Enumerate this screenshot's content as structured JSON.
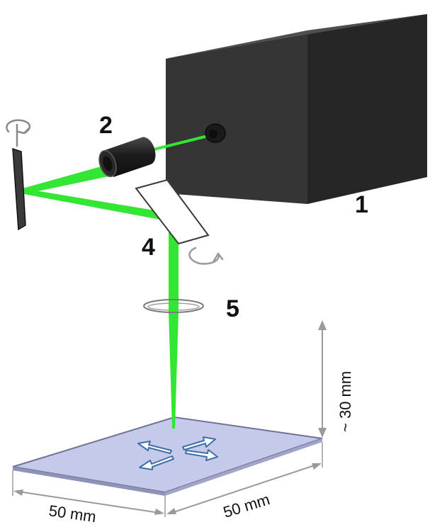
{
  "components": {
    "laser": {
      "number": "1"
    },
    "beam_expander": {
      "number": "2"
    },
    "scan_mirror_x": {
      "number": ""
    },
    "scan_mirror_y": {
      "number": "4"
    },
    "focusing_lens": {
      "number": "5"
    },
    "substrate": {
      "number": ""
    }
  },
  "dimensions": {
    "working_distance": "~ 30 mm",
    "substrate_width": "50 mm",
    "substrate_depth": "50 mm"
  },
  "colors": {
    "beam": "#33e633",
    "laser_body": "#2e2e2e",
    "substrate_fill": "#c5c9ea",
    "substrate_edge": "#6f7396",
    "arrow": "#3f6fa8",
    "dimension_line": "#9a9a9a"
  }
}
